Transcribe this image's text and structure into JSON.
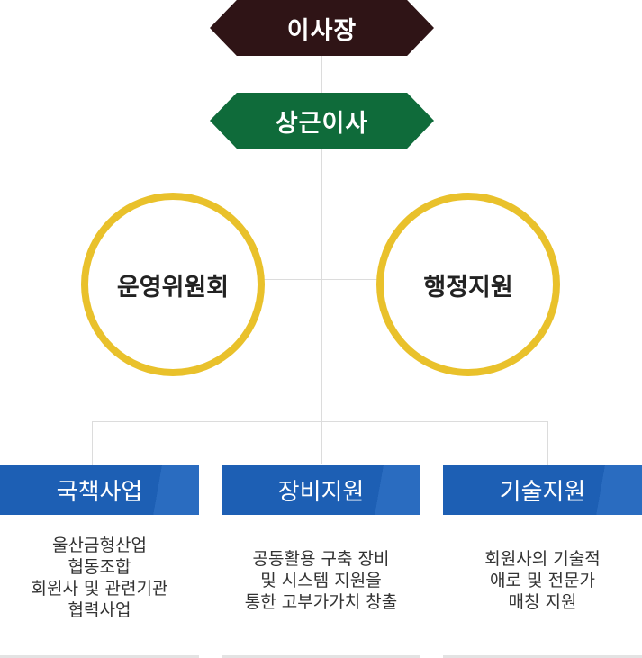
{
  "chairman": {
    "label": "이사장",
    "color": "#2f1416"
  },
  "director": {
    "label": "상근이사",
    "color": "#0f6b3a"
  },
  "committees": [
    {
      "label": "운영위원회"
    },
    {
      "label": "행정지원"
    }
  ],
  "circle_color": "#e9c12b",
  "divisions": [
    {
      "label": "국책사업",
      "desc": [
        "울산금형산업",
        "협동조합",
        "회원사 및 관련기관",
        "협력사업"
      ]
    },
    {
      "label": "장비지원",
      "desc": [
        "공동활용 구축 장비",
        "및 시스템 지원을",
        "통한 고부가가치 창출"
      ]
    },
    {
      "label": "기술지원",
      "desc": [
        "회원사의 기술적",
        "애로 및 전문가",
        "매칭 지원"
      ]
    }
  ],
  "box_color": "#1d5fb4"
}
